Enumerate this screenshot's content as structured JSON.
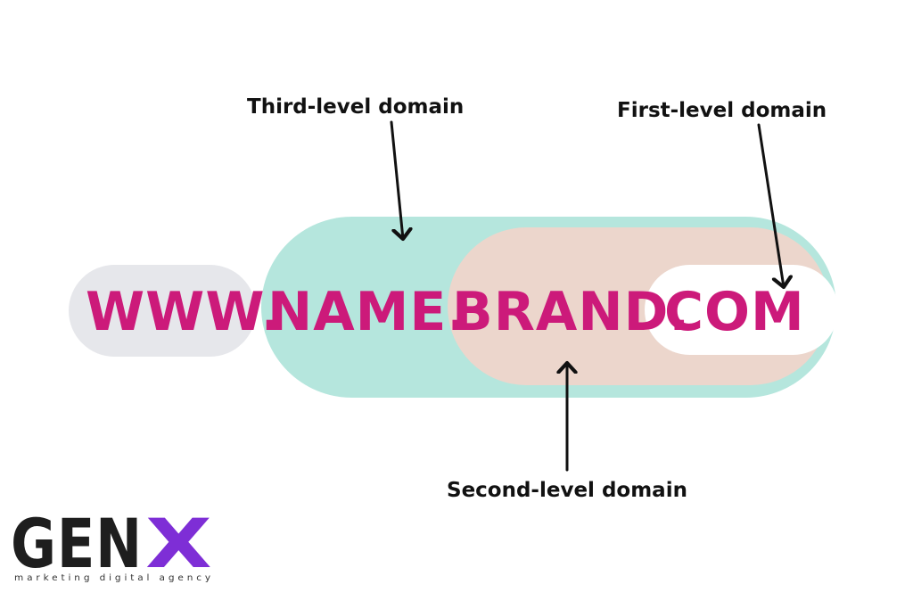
{
  "colors": {
    "domain_text": "#cc1a7a",
    "www_pill": "#e6e7eb",
    "third_level_pill": "#b5e6dd",
    "second_level_pill": "#ecd6cc",
    "first_level_pill": "#ffffff",
    "arrow": "#111111",
    "logo_dark": "#1e1e1e",
    "logo_accent": "#7e2ed6"
  },
  "domain": {
    "www": "WWW.",
    "name": "NAME.",
    "brand": "BRAND.",
    "com": "COM"
  },
  "labels": {
    "third_level": "Third-level domain",
    "first_level": "First-level domain",
    "second_level": "Second-level domain"
  },
  "logo": {
    "word_main": "GEN",
    "word_accent": "X",
    "tagline": "marketing digital agency"
  }
}
